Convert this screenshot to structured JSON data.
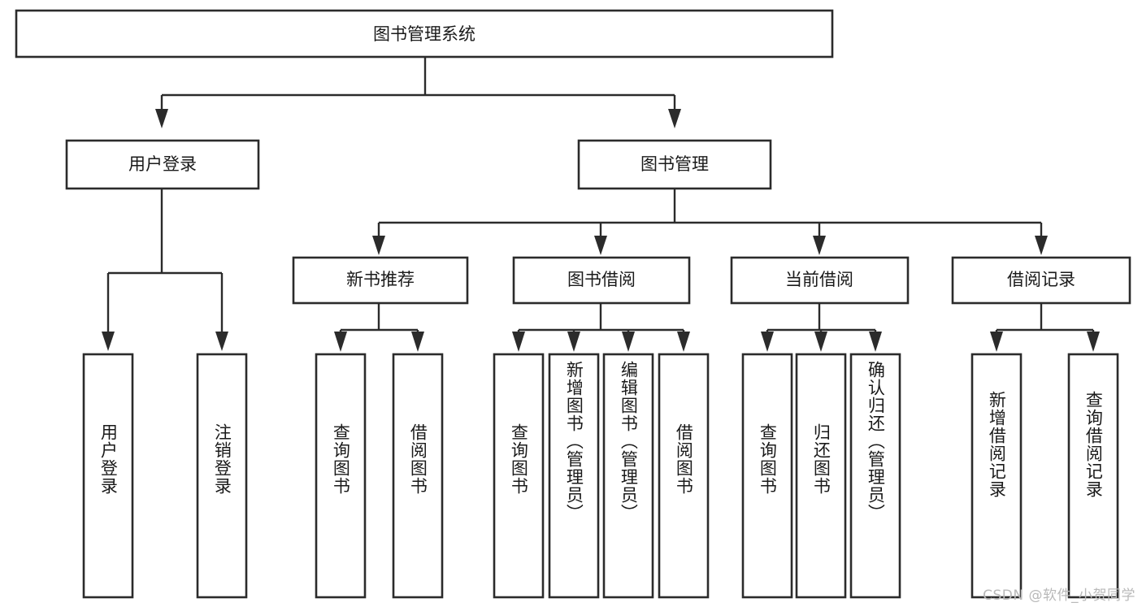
{
  "diagram": {
    "title": "图书管理系统",
    "type": "tree",
    "orientation": "top-down",
    "colors": {
      "box_stroke": "#2b2b2b",
      "box_fill": "#ffffff",
      "connector": "#2b2b2b",
      "text": "#1a1a1a",
      "background": "#ffffff",
      "watermark": "#b9b9b9"
    },
    "root": {
      "label": "图书管理系统"
    },
    "level2": [
      {
        "id": "user-login",
        "label": "用户登录"
      },
      {
        "id": "book-manage",
        "label": "图书管理"
      }
    ],
    "level3": [
      {
        "id": "new-book-recommend",
        "label": "新书推荐",
        "parent": "book-manage"
      },
      {
        "id": "book-borrow",
        "label": "图书借阅",
        "parent": "book-manage"
      },
      {
        "id": "current-borrow",
        "label": "当前借阅",
        "parent": "book-manage"
      },
      {
        "id": "borrow-record",
        "label": "借阅记录",
        "parent": "book-manage"
      }
    ],
    "leaves": [
      {
        "id": "leaf-user-login",
        "label": "用户登录",
        "parent": "user-login"
      },
      {
        "id": "leaf-user-logout",
        "label": "注销登录",
        "parent": "user-login"
      },
      {
        "id": "leaf-query-book-1",
        "label": "查询图书",
        "parent": "new-book-recommend"
      },
      {
        "id": "leaf-borrow-book-1",
        "label": "借阅图书",
        "parent": "new-book-recommend"
      },
      {
        "id": "leaf-query-book-2",
        "label": "查询图书",
        "parent": "book-borrow"
      },
      {
        "id": "leaf-add-book",
        "label": "新增图书（管理员）",
        "parent": "book-borrow"
      },
      {
        "id": "leaf-edit-book",
        "label": "编辑图书（管理员）",
        "parent": "book-borrow"
      },
      {
        "id": "leaf-borrow-book-2",
        "label": "借阅图书",
        "parent": "book-borrow"
      },
      {
        "id": "leaf-query-book-3",
        "label": "查询图书",
        "parent": "current-borrow"
      },
      {
        "id": "leaf-return-book",
        "label": "归还图书",
        "parent": "current-borrow"
      },
      {
        "id": "leaf-confirm-return",
        "label": "确认归还（管理员）",
        "parent": "current-borrow"
      },
      {
        "id": "leaf-add-record",
        "label": "新增借阅记录",
        "parent": "borrow-record"
      },
      {
        "id": "leaf-query-record",
        "label": "查询借阅记录",
        "parent": "borrow-record"
      }
    ],
    "watermark": "CSDN @软件_小贺同学"
  }
}
